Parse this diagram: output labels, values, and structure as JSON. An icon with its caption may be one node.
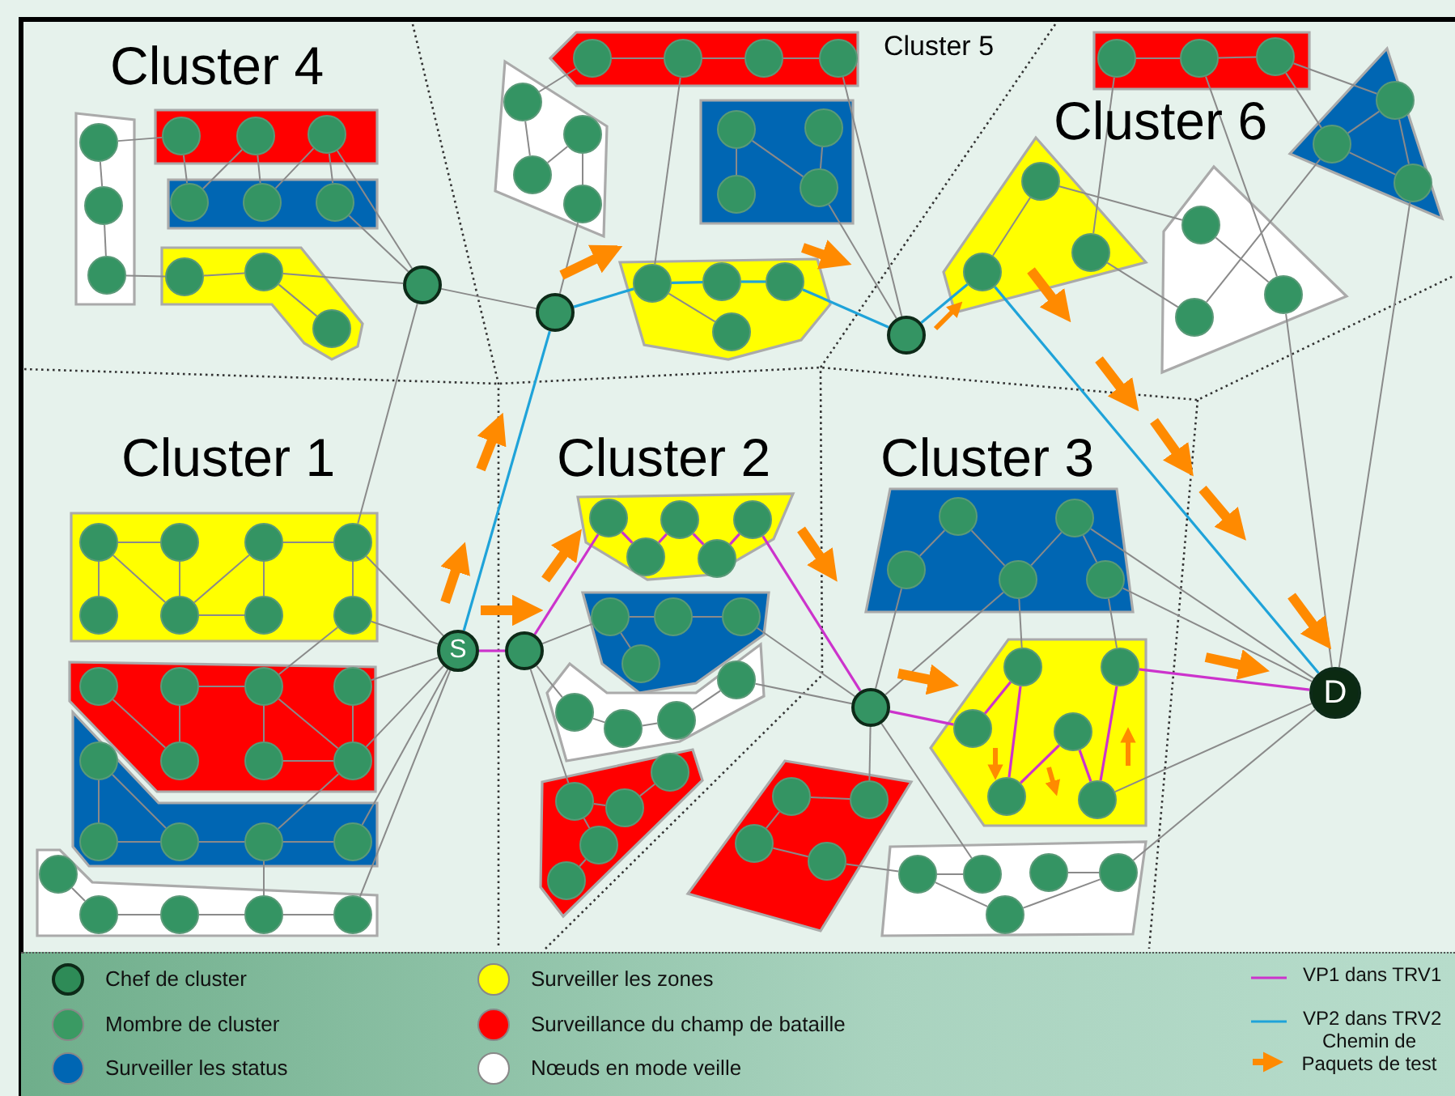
{
  "diagram": {
    "nodes": [
      {
        "text": [],
        "shape": "polygon"
      },
      {
        "text": [],
        "shape": "circle",
        "in": 0
      },
      {
        "text": [],
        "shape": "circle",
        "in": 0
      },
      {
        "text": [],
        "shape": "circle",
        "in": 0
      },
      {
        "text": [],
        "shape": "box"
      },
      {
        "text": [],
        "shape": "circle",
        "in": 4
      },
      {
        "text": [],
        "shape": "circle",
        "in": 4
      },
      {
        "text": [],
        "shape": "circle",
        "in": 4
      },
      {
        "text": [],
        "shape": "box"
      },
      {
        "text": [],
        "shape": "circle",
        "in": 8
      },
      {
        "text": [],
        "shape": "circle",
        "in": 8
      },
      {
        "text": [],
        "shape": "circle",
        "in": 8
      },
      {
        "text": [],
        "shape": "polygon"
      },
      {
        "text": [],
        "shape": "circle",
        "in": 12
      },
      {
        "text": [],
        "shape": "circle",
        "in": 12
      },
      {
        "text": [],
        "shape": "circle",
        "in": 12
      },
      {
        "text": [],
        "shape": "circle"
      },
      {
        "text": [],
        "shape": "polygon"
      },
      {
        "text": [],
        "shape": "circle",
        "in": 17
      },
      {
        "text": [],
        "shape": "circle",
        "in": 17
      },
      {
        "text": [],
        "shape": "circle",
        "in": 17
      },
      {
        "text": [],
        "shape": "circle",
        "in": 17
      },
      {
        "text": [],
        "shape": "polygon"
      },
      {
        "text": [],
        "shape": "circle",
        "in": 22
      },
      {
        "text": [],
        "shape": "circle",
        "in": 22
      },
      {
        "text": [],
        "shape": "circle",
        "in": 22
      },
      {
        "text": [],
        "shape": "circle",
        "in": 22
      },
      {
        "text": [],
        "shape": "box"
      },
      {
        "text": [],
        "shape": "circle",
        "in": 27
      },
      {
        "text": [],
        "shape": "circle",
        "in": 27
      },
      {
        "text": [],
        "shape": "circle",
        "in": 27
      },
      {
        "text": [],
        "shape": "circle",
        "in": 27
      },
      {
        "text": [],
        "shape": "polygon"
      },
      {
        "text": [],
        "shape": "circle",
        "in": 32
      },
      {
        "text": [],
        "shape": "circle",
        "in": 32
      },
      {
        "text": [],
        "shape": "circle",
        "in": 32
      },
      {
        "text": [],
        "shape": "circle",
        "in": 32
      },
      {
        "text": [],
        "shape": "circle"
      },
      {
        "text": [],
        "shape": "circle"
      },
      {
        "text": [],
        "shape": "box"
      },
      {
        "text": [],
        "shape": "circle",
        "in": 39
      },
      {
        "text": [],
        "shape": "circle",
        "in": 39
      },
      {
        "text": [],
        "shape": "circle",
        "in": 39
      },
      {
        "text": [],
        "shape": "triangle"
      },
      {
        "text": [],
        "shape": "circle",
        "in": 43
      },
      {
        "text": [],
        "shape": "circle",
        "in": 43
      },
      {
        "text": [],
        "shape": "circle",
        "in": 43
      },
      {
        "text": [],
        "shape": "polygon"
      },
      {
        "text": [],
        "shape": "circle",
        "in": 47
      },
      {
        "text": [],
        "shape": "circle",
        "in": 47
      },
      {
        "text": [],
        "shape": "circle",
        "in": 47
      },
      {
        "text": [],
        "shape": "polygon"
      },
      {
        "text": [],
        "shape": "circle",
        "in": 51
      },
      {
        "text": [],
        "shape": "circle",
        "in": 51
      },
      {
        "text": [],
        "shape": "circle",
        "in": 51
      },
      {
        "text": [],
        "shape": "box"
      },
      {
        "text": [],
        "shape": "circle",
        "in": 55
      },
      {
        "text": [],
        "shape": "circle",
        "in": 55
      },
      {
        "text": [],
        "shape": "circle",
        "in": 55
      },
      {
        "text": [],
        "shape": "circle",
        "in": 55
      },
      {
        "text": [],
        "shape": "circle",
        "in": 55
      },
      {
        "text": [],
        "shape": "circle",
        "in": 55
      },
      {
        "text": [],
        "shape": "circle",
        "in": 55
      },
      {
        "text": [],
        "shape": "circle",
        "in": 55
      },
      {
        "text": [],
        "shape": "polygon"
      },
      {
        "text": [],
        "shape": "circle",
        "in": 64
      },
      {
        "text": [],
        "shape": "circle",
        "in": 64
      },
      {
        "text": [],
        "shape": "circle",
        "in": 64
      },
      {
        "text": [],
        "shape": "circle",
        "in": 64
      },
      {
        "text": [],
        "shape": "circle",
        "in": 64
      },
      {
        "text": [],
        "shape": "circle",
        "in": 64
      },
      {
        "text": [],
        "shape": "circle",
        "in": 64
      },
      {
        "text": [],
        "shape": "polygon"
      },
      {
        "text": [],
        "shape": "circle",
        "in": 72
      },
      {
        "text": [],
        "shape": "circle",
        "in": 72
      },
      {
        "text": [],
        "shape": "circle",
        "in": 72
      },
      {
        "text": [],
        "shape": "circle",
        "in": 72
      },
      {
        "text": [],
        "shape": "circle",
        "in": 72
      },
      {
        "text": [],
        "shape": "polygon"
      },
      {
        "text": [],
        "shape": "circle",
        "in": 78
      },
      {
        "text": [],
        "shape": "circle",
        "in": 78
      },
      {
        "text": [],
        "shape": "circle",
        "in": 78
      },
      {
        "text": [],
        "shape": "circle",
        "in": 78
      },
      {
        "text": [],
        "shape": "circle",
        "in": 78
      },
      {
        "text": [
          "S"
        ]
      },
      {
        "text": [],
        "shape": "circle"
      },
      {
        "text": [],
        "shape": "polygon"
      },
      {
        "text": [],
        "shape": "circle",
        "in": 86
      },
      {
        "text": [],
        "shape": "circle",
        "in": 86
      },
      {
        "text": [],
        "shape": "circle",
        "in": 86
      },
      {
        "text": [],
        "shape": "circle",
        "in": 86
      },
      {
        "text": [],
        "shape": "circle",
        "in": 86
      },
      {
        "text": [],
        "shape": "polygon"
      },
      {
        "text": [],
        "shape": "circle",
        "in": 92
      },
      {
        "text": [],
        "shape": "circle",
        "in": 92
      },
      {
        "text": [],
        "shape": "circle",
        "in": 92
      },
      {
        "text": [],
        "shape": "circle",
        "in": 92
      },
      {
        "text": [],
        "shape": "polygon"
      },
      {
        "text": [],
        "shape": "circle",
        "in": 97
      },
      {
        "text": [],
        "shape": "circle",
        "in": 97
      },
      {
        "text": [],
        "shape": "circle",
        "in": 97
      },
      {
        "text": [],
        "shape": "circle",
        "in": 97
      },
      {
        "text": [],
        "shape": "polygon"
      },
      {
        "text": [],
        "shape": "circle",
        "in": 102
      },
      {
        "text": [],
        "shape": "circle",
        "in": 102
      },
      {
        "text": [],
        "shape": "circle",
        "in": 102
      },
      {
        "text": [],
        "shape": "circle",
        "in": 102
      },
      {
        "text": [],
        "shape": "circle",
        "in": 102
      },
      {
        "text": [],
        "shape": "circle"
      },
      {
        "text": [],
        "shape": "polygon"
      },
      {
        "text": [],
        "shape": "circle",
        "in": 109
      },
      {
        "text": [],
        "shape": "circle",
        "in": 109
      },
      {
        "text": [],
        "shape": "circle",
        "in": 109
      },
      {
        "text": [],
        "shape": "circle",
        "in": 109
      },
      {
        "text": [],
        "shape": "polygon"
      },
      {
        "text": [],
        "shape": "circle",
        "in": 114
      },
      {
        "text": [],
        "shape": "circle",
        "in": 114
      },
      {
        "text": [],
        "shape": "circle",
        "in": 114
      },
      {
        "text": [],
        "shape": "circle",
        "in": 114
      },
      {
        "text": [],
        "shape": "circle",
        "in": 114
      },
      {
        "text": [],
        "shape": "polygon"
      },
      {
        "text": [],
        "shape": "circle",
        "in": 120
      },
      {
        "text": [],
        "shape": "circle",
        "in": 120
      },
      {
        "text": [],
        "shape": "circle",
        "in": 120
      },
      {
        "text": [],
        "shape": "circle",
        "in": 120
      },
      {
        "text": [],
        "shape": "circle",
        "in": 120
      },
      {
        "text": [],
        "shape": "circle",
        "in": 120
      },
      {
        "text": [],
        "shape": "polygon"
      },
      {
        "text": [],
        "shape": "circle",
        "in": 127
      },
      {
        "text": [],
        "shape": "circle",
        "in": 127
      },
      {
        "text": [],
        "shape": "circle",
        "in": 127
      },
      {
        "text": [],
        "shape": "circle",
        "in": 127
      },
      {
        "text": [],
        "shape": "circle",
        "in": 127
      },
      {
        "text": [
          "D"
        ]
      }
    ],
    "edges": [
      {
        "from": 1,
        "to": 2,
        "arrow": "none"
      },
      {
        "from": 2,
        "to": 3,
        "arrow": "none"
      },
      {
        "from": 1,
        "to": 5,
        "arrow": "none"
      },
      {
        "from": 3,
        "to": 13,
        "arrow": "none"
      },
      {
        "from": 13,
        "to": 14,
        "arrow": "none"
      },
      {
        "from": 14,
        "to": 15,
        "arrow": "none"
      },
      {
        "from": 14,
        "to": 16,
        "arrow": "none"
      },
      {
        "from": 5,
        "to": 9,
        "arrow": "none"
      },
      {
        "from": 6,
        "to": 10,
        "arrow": "none"
      },
      {
        "from": 6,
        "to": 9,
        "arrow": "none"
      },
      {
        "from": 7,
        "to": 10,
        "arrow": "none"
      },
      {
        "from": 7,
        "to": 11,
        "arrow": "none"
      },
      {
        "from": 7,
        "to": 16,
        "arrow": "none"
      },
      {
        "from": 11,
        "to": 16,
        "arrow": "none"
      },
      {
        "from": 16,
        "to": 59,
        "arrow": "none"
      },
      {
        "from": 16,
        "to": 37,
        "arrow": "none"
      },
      {
        "from": 18,
        "to": 19,
        "arrow": "none"
      },
      {
        "from": 19,
        "to": 20,
        "arrow": "none"
      },
      {
        "from": 20,
        "to": 21,
        "arrow": "none"
      },
      {
        "from": 18,
        "to": 23,
        "arrow": "none"
      },
      {
        "from": 23,
        "to": 25,
        "arrow": "none"
      },
      {
        "from": 24,
        "to": 25,
        "arrow": "none"
      },
      {
        "from": 24,
        "to": 26,
        "arrow": "none"
      },
      {
        "from": 26,
        "to": 37,
        "arrow": "none"
      },
      {
        "from": 19,
        "to": 33,
        "arrow": "none"
      },
      {
        "from": 21,
        "to": 38,
        "arrow": "none"
      },
      {
        "from": 28,
        "to": 31,
        "arrow": "none"
      },
      {
        "from": 29,
        "to": 31,
        "arrow": "none"
      },
      {
        "from": 28,
        "to": 30,
        "arrow": "none"
      },
      {
        "from": 31,
        "to": 38,
        "arrow": "none"
      },
      {
        "from": 33,
        "to": 36,
        "arrow": "none"
      },
      {
        "from": 37,
        "to": 33,
        "arrow": "none",
        "color": "#1fa3d9"
      },
      {
        "from": 33,
        "to": 34,
        "arrow": "none",
        "color": "#1fa3d9"
      },
      {
        "from": 34,
        "to": 35,
        "arrow": "none",
        "color": "#1fa3d9"
      },
      {
        "from": 35,
        "to": 38,
        "arrow": "none",
        "color": "#1fa3d9"
      },
      {
        "from": 38,
        "to": 50,
        "arrow": "none",
        "color": "#1fa3d9"
      },
      {
        "from": 50,
        "to": 133,
        "arrow": "none",
        "color": "#1fa3d9"
      },
      {
        "from": 84,
        "to": 37,
        "arrow": "none",
        "color": "#1fa3d9"
      },
      {
        "from": 40,
        "to": 41,
        "arrow": "none"
      },
      {
        "from": 41,
        "to": 42,
        "arrow": "none"
      },
      {
        "from": 42,
        "to": 44,
        "arrow": "none"
      },
      {
        "from": 40,
        "to": 49,
        "arrow": "none"
      },
      {
        "from": 41,
        "to": 53,
        "arrow": "none"
      },
      {
        "from": 42,
        "to": 45,
        "arrow": "none"
      },
      {
        "from": 44,
        "to": 45,
        "arrow": "none"
      },
      {
        "from": 45,
        "to": 46,
        "arrow": "none"
      },
      {
        "from": 44,
        "to": 46,
        "arrow": "none"
      },
      {
        "from": 45,
        "to": 54,
        "arrow": "none"
      },
      {
        "from": 48,
        "to": 50,
        "arrow": "none"
      },
      {
        "from": 48,
        "to": 52,
        "arrow": "none"
      },
      {
        "from": 52,
        "to": 53,
        "arrow": "none"
      },
      {
        "from": 49,
        "to": 54,
        "arrow": "none"
      },
      {
        "from": 53,
        "to": 133,
        "arrow": "none"
      },
      {
        "from": 46,
        "to": 133,
        "arrow": "none"
      },
      {
        "from": 56,
        "to": 57,
        "arrow": "none"
      },
      {
        "from": 58,
        "to": 59,
        "arrow": "none"
      },
      {
        "from": 56,
        "to": 60,
        "arrow": "none"
      },
      {
        "from": 57,
        "to": 61,
        "arrow": "none"
      },
      {
        "from": 56,
        "to": 61,
        "arrow": "none"
      },
      {
        "from": 58,
        "to": 62,
        "arrow": "none"
      },
      {
        "from": 61,
        "to": 58,
        "arrow": "none"
      },
      {
        "from": 59,
        "to": 63,
        "arrow": "none"
      },
      {
        "from": 61,
        "to": 62,
        "arrow": "none"
      },
      {
        "from": 63,
        "to": 67,
        "arrow": "none"
      },
      {
        "from": 66,
        "to": 67,
        "arrow": "none"
      },
      {
        "from": 65,
        "to": 69,
        "arrow": "none"
      },
      {
        "from": 66,
        "to": 69,
        "arrow": "none"
      },
      {
        "from": 67,
        "to": 70,
        "arrow": "none"
      },
      {
        "from": 67,
        "to": 71,
        "arrow": "none"
      },
      {
        "from": 68,
        "to": 71,
        "arrow": "none"
      },
      {
        "from": 70,
        "to": 71,
        "arrow": "none"
      },
      {
        "from": 73,
        "to": 74,
        "arrow": "none"
      },
      {
        "from": 73,
        "to": 75,
        "arrow": "none"
      },
      {
        "from": 74,
        "to": 75,
        "arrow": "none"
      },
      {
        "from": 75,
        "to": 76,
        "arrow": "none"
      },
      {
        "from": 76,
        "to": 77,
        "arrow": "none"
      },
      {
        "from": 76,
        "to": 71,
        "arrow": "none"
      },
      {
        "from": 79,
        "to": 80,
        "arrow": "none"
      },
      {
        "from": 80,
        "to": 81,
        "arrow": "none"
      },
      {
        "from": 81,
        "to": 82,
        "arrow": "none"
      },
      {
        "from": 82,
        "to": 83,
        "arrow": "none"
      },
      {
        "from": 76,
        "to": 82,
        "arrow": "none"
      },
      {
        "from": 84,
        "to": 59,
        "arrow": "none"
      },
      {
        "from": 84,
        "to": 63,
        "arrow": "none"
      },
      {
        "from": 84,
        "to": 68,
        "arrow": "none"
      },
      {
        "from": 84,
        "to": 71,
        "arrow": "none"
      },
      {
        "from": 84,
        "to": 77,
        "arrow": "none"
      },
      {
        "from": 84,
        "to": 83,
        "arrow": "none"
      },
      {
        "from": 84,
        "to": 85,
        "arrow": "none",
        "color": "#cc33cc"
      },
      {
        "from": 85,
        "to": 87,
        "arrow": "none",
        "color": "#cc33cc"
      },
      {
        "from": 87,
        "to": 90,
        "arrow": "none",
        "color": "#cc33cc"
      },
      {
        "from": 90,
        "to": 88,
        "arrow": "none",
        "color": "#cc33cc"
      },
      {
        "from": 88,
        "to": 91,
        "arrow": "none",
        "color": "#cc33cc"
      },
      {
        "from": 91,
        "to": 89,
        "arrow": "none",
        "color": "#cc33cc"
      },
      {
        "from": 89,
        "to": 108,
        "arrow": "none",
        "color": "#cc33cc"
      },
      {
        "from": 85,
        "to": 93,
        "arrow": "none"
      },
      {
        "from": 85,
        "to": 98,
        "arrow": "none"
      },
      {
        "from": 85,
        "to": 103,
        "arrow": "none"
      },
      {
        "from": 93,
        "to": 94,
        "arrow": "none"
      },
      {
        "from": 94,
        "to": 95,
        "arrow": "none"
      },
      {
        "from": 93,
        "to": 96,
        "arrow": "none"
      },
      {
        "from": 98,
        "to": 99,
        "arrow": "none"
      },
      {
        "from": 99,
        "to": 100,
        "arrow": "none"
      },
      {
        "from": 100,
        "to": 101,
        "arrow": "none"
      },
      {
        "from": 103,
        "to": 104,
        "arrow": "none"
      },
      {
        "from": 104,
        "to": 105,
        "arrow": "none"
      },
      {
        "from": 103,
        "to": 106,
        "arrow": "none"
      },
      {
        "from": 106,
        "to": 107,
        "arrow": "none"
      },
      {
        "from": 95,
        "to": 108,
        "arrow": "none"
      },
      {
        "from": 101,
        "to": 108,
        "arrow": "none"
      },
      {
        "from": 108,
        "to": 111,
        "arrow": "none"
      },
      {
        "from": 108,
        "to": 117,
        "arrow": "none"
      },
      {
        "from": 108,
        "to": 118,
        "arrow": "none"
      },
      {
        "from": 108,
        "to": 129,
        "arrow": "none"
      },
      {
        "from": 112,
        "to": 110,
        "arrow": "none"
      },
      {
        "from": 110,
        "to": 111,
        "arrow": "none"
      },
      {
        "from": 112,
        "to": 113,
        "arrow": "none"
      },
      {
        "from": 113,
        "to": 128,
        "arrow": "none"
      },
      {
        "from": 108,
        "to": 123,
        "arrow": "none",
        "color": "#cc33cc"
      },
      {
        "from": 123,
        "to": 121,
        "arrow": "none",
        "color": "#cc33cc"
      },
      {
        "from": 121,
        "to": 125,
        "arrow": "none",
        "color": "#cc33cc"
      },
      {
        "from": 125,
        "to": 124,
        "arrow": "none",
        "color": "#cc33cc"
      },
      {
        "from": 124,
        "to": 126,
        "arrow": "none",
        "color": "#cc33cc"
      },
      {
        "from": 126,
        "to": 122,
        "arrow": "none",
        "color": "#cc33cc"
      },
      {
        "from": 122,
        "to": 133,
        "arrow": "none",
        "color": "#cc33cc"
      },
      {
        "from": 115,
        "to": 117,
        "arrow": "none"
      },
      {
        "from": 115,
        "to": 118,
        "arrow": "none"
      },
      {
        "from": 118,
        "to": 116,
        "arrow": "none"
      },
      {
        "from": 116,
        "to": 119,
        "arrow": "none"
      },
      {
        "from": 118,
        "to": 121,
        "arrow": "none"
      },
      {
        "from": 119,
        "to": 122,
        "arrow": "none"
      },
      {
        "from": 116,
        "to": 133,
        "arrow": "none"
      },
      {
        "from": 119,
        "to": 133,
        "arrow": "none"
      },
      {
        "from": 126,
        "to": 133,
        "arrow": "none"
      },
      {
        "from": 128,
        "to": 129,
        "arrow": "none"
      },
      {
        "from": 128,
        "to": 132,
        "arrow": "none"
      },
      {
        "from": 130,
        "to": 131,
        "arrow": "none"
      },
      {
        "from": 131,
        "to": 132,
        "arrow": "none"
      },
      {
        "from": 131,
        "to": 133,
        "arrow": "none"
      }
    ],
    "labels": [
      "Cluster 5",
      "Cluster 4",
      "Cluster 6",
      "Cluster 1",
      "Cluster 2",
      "Cluster 3"
    ],
    "legend": [
      {
        "text": "Chef de cluster",
        "color": "#2e8b57"
      },
      {
        "text": "Mombre de cluster",
        "color": "#3a9a63"
      },
      {
        "text": "Surveiller les status",
        "color": "#0066b3"
      },
      {
        "text": "Surveiller les zones",
        "color": "#ffff00"
      },
      {
        "text": "Surveillance du champ de bataille",
        "color": "#ff0000"
      },
      {
        "text": "Nœuds en mode veille",
        "color": "#ffffff"
      },
      {
        "text": "VP1 dans TRV1"
      },
      {
        "text": "VP2 dans TRV2"
      },
      {
        "text": "Chemin de Paquets de test"
      }
    ]
  }
}
